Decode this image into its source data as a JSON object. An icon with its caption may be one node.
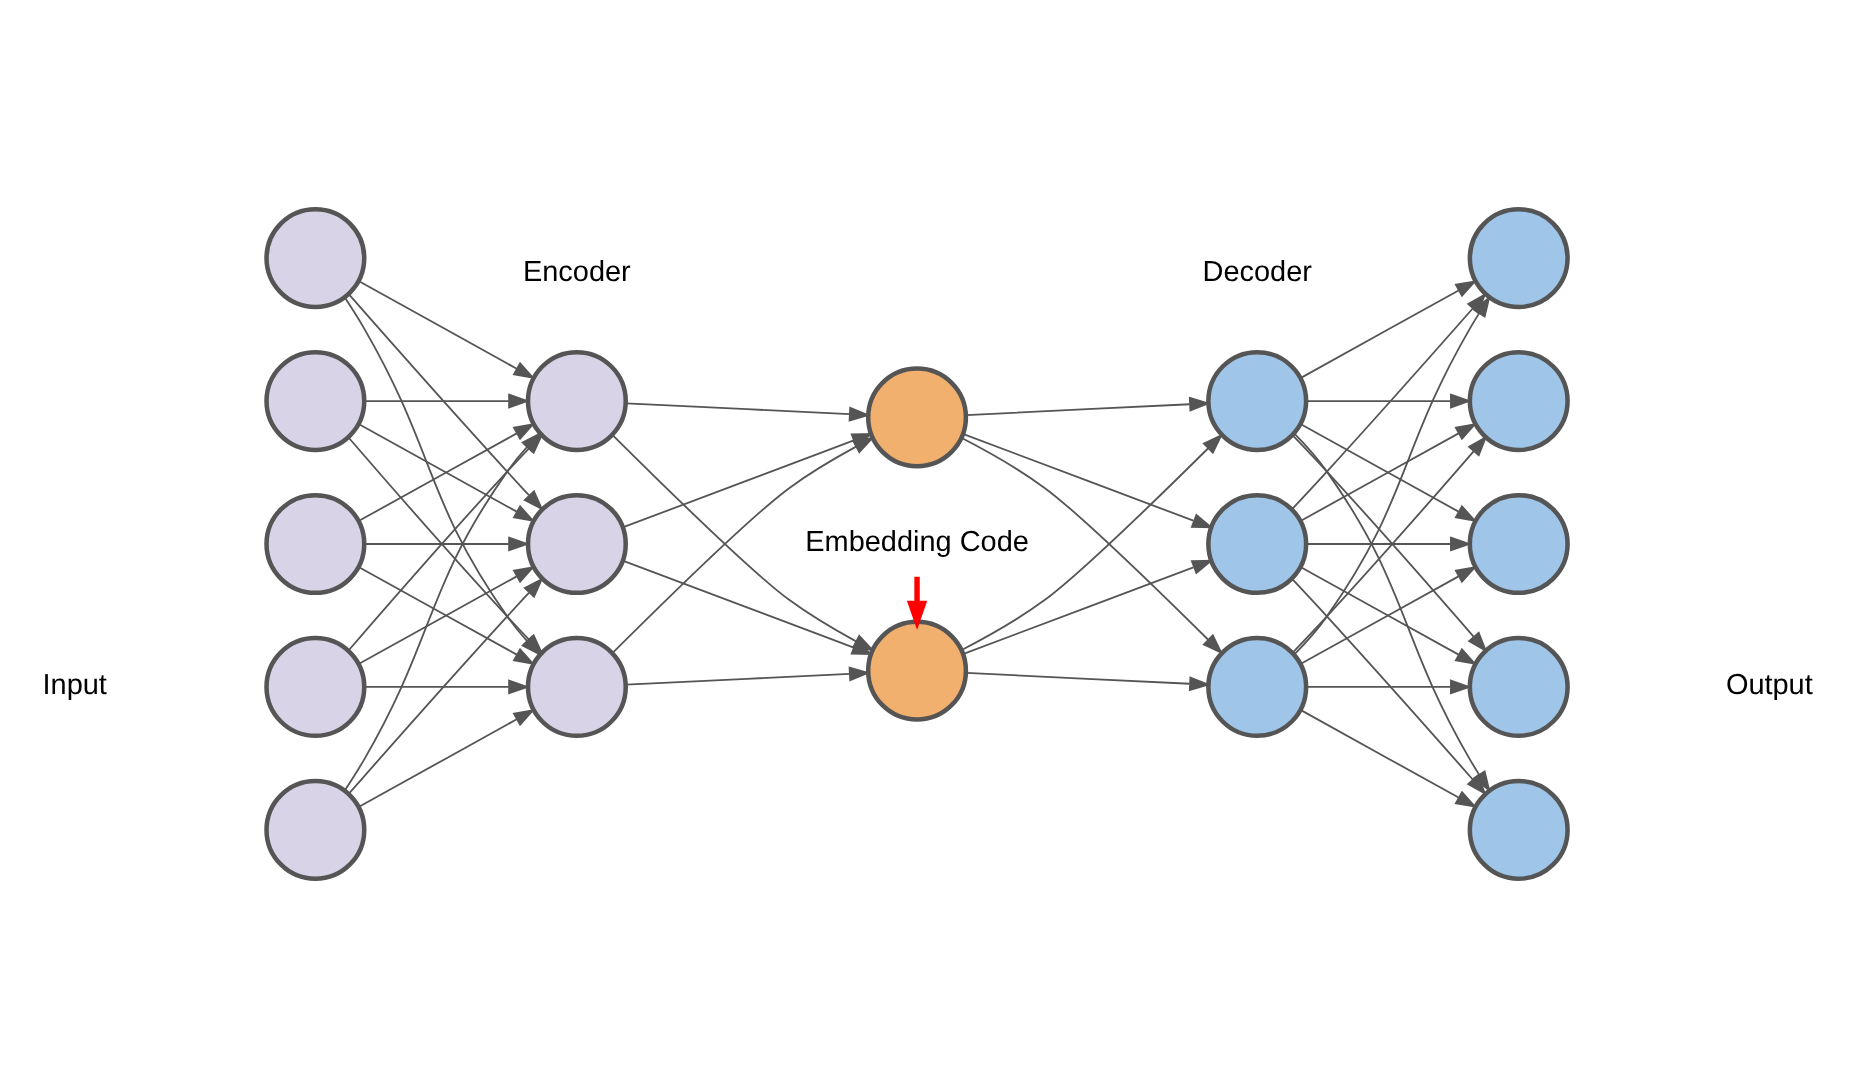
{
  "diagram": {
    "nodes": [
      {
        "text": [],
        "shape": "circle"
      },
      {
        "text": [],
        "shape": "circle"
      },
      {
        "text": [],
        "shape": "circle"
      },
      {
        "text": [],
        "shape": "circle"
      },
      {
        "text": [],
        "shape": "circle"
      },
      {
        "text": [],
        "shape": "circle"
      },
      {
        "text": [],
        "shape": "circle"
      },
      {
        "text": [],
        "shape": "circle"
      },
      {
        "text": [],
        "shape": "circle"
      },
      {
        "text": [],
        "shape": "circle"
      },
      {
        "text": [],
        "shape": "circle"
      },
      {
        "text": [],
        "shape": "circle"
      },
      {
        "text": [],
        "shape": "circle"
      },
      {
        "text": [],
        "shape": "circle"
      },
      {
        "text": [],
        "shape": "circle"
      },
      {
        "text": [],
        "shape": "circle"
      },
      {
        "text": [],
        "shape": "circle"
      },
      {
        "text": [],
        "shape": "circle"
      },
      {
        "text": [
          "Embedding Code"
        ]
      }
    ],
    "edges": [
      {
        "from": 0,
        "to": 5,
        "arrow": "to"
      },
      {
        "from": 0,
        "to": 6,
        "arrow": "to"
      },
      {
        "from": 0,
        "to": 7,
        "arrow": "to"
      },
      {
        "from": 1,
        "to": 5,
        "arrow": "to"
      },
      {
        "from": 1,
        "to": 6,
        "arrow": "to"
      },
      {
        "from": 1,
        "to": 7,
        "arrow": "to"
      },
      {
        "from": 2,
        "to": 5,
        "arrow": "to"
      },
      {
        "from": 2,
        "to": 6,
        "arrow": "to"
      },
      {
        "from": 2,
        "to": 7,
        "arrow": "to"
      },
      {
        "from": 3,
        "to": 5,
        "arrow": "to"
      },
      {
        "from": 3,
        "to": 6,
        "arrow": "to"
      },
      {
        "from": 3,
        "to": 7,
        "arrow": "to"
      },
      {
        "from": 4,
        "to": 5,
        "arrow": "to"
      },
      {
        "from": 4,
        "to": 6,
        "arrow": "to"
      },
      {
        "from": 4,
        "to": 7,
        "arrow": "to"
      },
      {
        "from": 5,
        "to": 8,
        "arrow": "to"
      },
      {
        "from": 5,
        "to": 9,
        "arrow": "to"
      },
      {
        "from": 6,
        "to": 8,
        "arrow": "to"
      },
      {
        "from": 6,
        "to": 9,
        "arrow": "to"
      },
      {
        "from": 7,
        "to": 8,
        "arrow": "to"
      },
      {
        "from": 7,
        "to": 9,
        "arrow": "to"
      },
      {
        "from": 8,
        "to": 10,
        "arrow": "to"
      },
      {
        "from": 8,
        "to": 11,
        "arrow": "to"
      },
      {
        "from": 8,
        "to": 12,
        "arrow": "to"
      },
      {
        "from": 9,
        "to": 10,
        "arrow": "to"
      },
      {
        "from": 9,
        "to": 11,
        "arrow": "to"
      },
      {
        "from": 9,
        "to": 12,
        "arrow": "to"
      },
      {
        "from": 10,
        "to": 13,
        "arrow": "to"
      },
      {
        "from": 10,
        "to": 14,
        "arrow": "to"
      },
      {
        "from": 10,
        "to": 15,
        "arrow": "to"
      },
      {
        "from": 10,
        "to": 16,
        "arrow": "to"
      },
      {
        "from": 10,
        "to": 17,
        "arrow": "to"
      },
      {
        "from": 11,
        "to": 13,
        "arrow": "to"
      },
      {
        "from": 11,
        "to": 14,
        "arrow": "to"
      },
      {
        "from": 11,
        "to": 15,
        "arrow": "to"
      },
      {
        "from": 11,
        "to": 16,
        "arrow": "to"
      },
      {
        "from": 11,
        "to": 17,
        "arrow": "to"
      },
      {
        "from": 12,
        "to": 13,
        "arrow": "to"
      },
      {
        "from": 12,
        "to": 14,
        "arrow": "to"
      },
      {
        "from": 12,
        "to": 15,
        "arrow": "to"
      },
      {
        "from": 12,
        "to": 16,
        "arrow": "to"
      },
      {
        "from": 12,
        "to": 17,
        "arrow": "to"
      },
      {
        "from": 18,
        "to": 8,
        "arrow": "to",
        "style": "thick",
        "color": "#ff0000"
      }
    ],
    "labels": [
      "Input",
      "Output",
      "Encoder",
      "Decoder"
    ]
  }
}
